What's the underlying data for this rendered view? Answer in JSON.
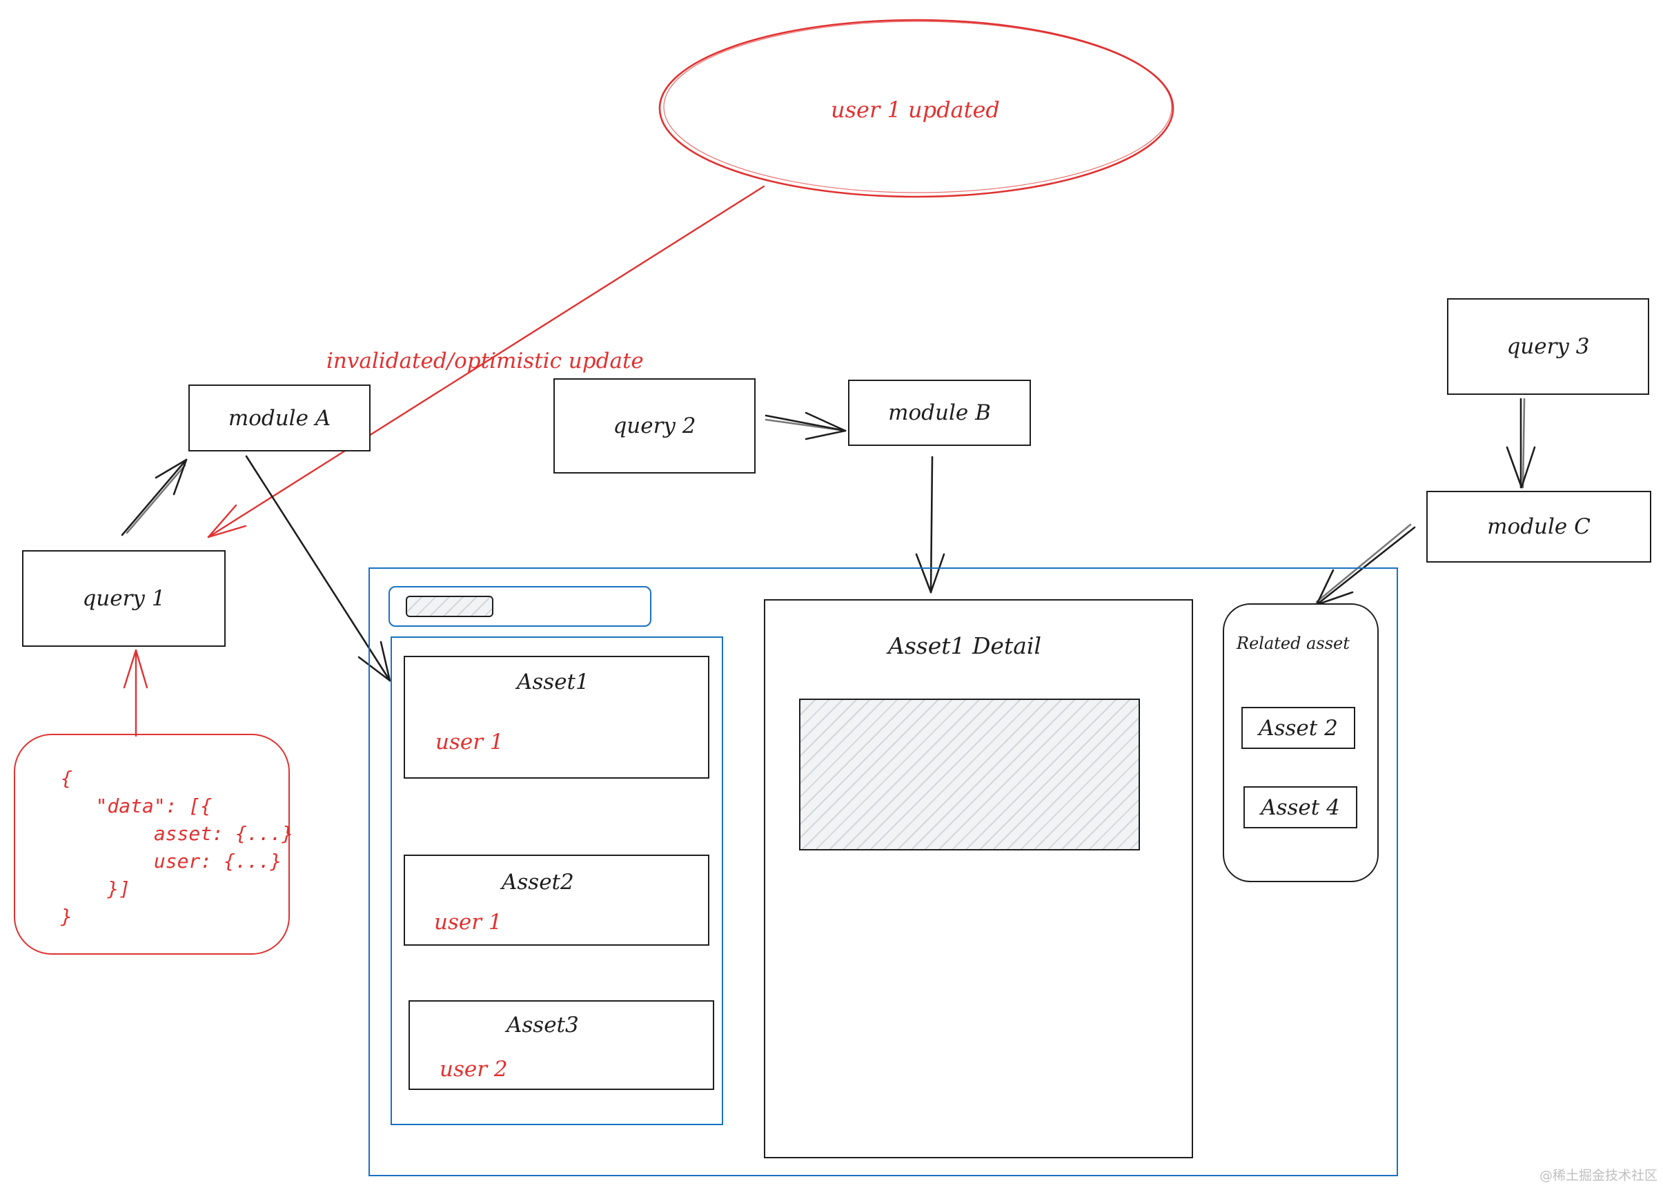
{
  "event": {
    "label": "user 1 updated"
  },
  "annotations": {
    "invalidate": "invalidated/optimistic update"
  },
  "queries": {
    "q1": "query 1",
    "q2": "query 2",
    "q3": "query 3"
  },
  "modules": {
    "a": "module A",
    "b": "module B",
    "c": "module C"
  },
  "response": {
    "lines": [
      "{",
      "   \"data\": [{",
      "        asset: {...}",
      "        user: {...}",
      "    }]",
      "}"
    ]
  },
  "app": {
    "list": [
      {
        "title": "Asset1",
        "user": "user 1"
      },
      {
        "title": "Asset2",
        "user": "user 1"
      },
      {
        "title": "Asset3",
        "user": "user 2"
      }
    ],
    "detail": {
      "title": "Asset1 Detail"
    },
    "related": {
      "title": "Related asset",
      "items": [
        "Asset 2",
        "Asset 4"
      ]
    }
  },
  "watermark": "@稀土掘金技术社区",
  "colors": {
    "ink": "#1e1e1e",
    "annotation": "#e03131",
    "app_frame": "#1971c2"
  }
}
